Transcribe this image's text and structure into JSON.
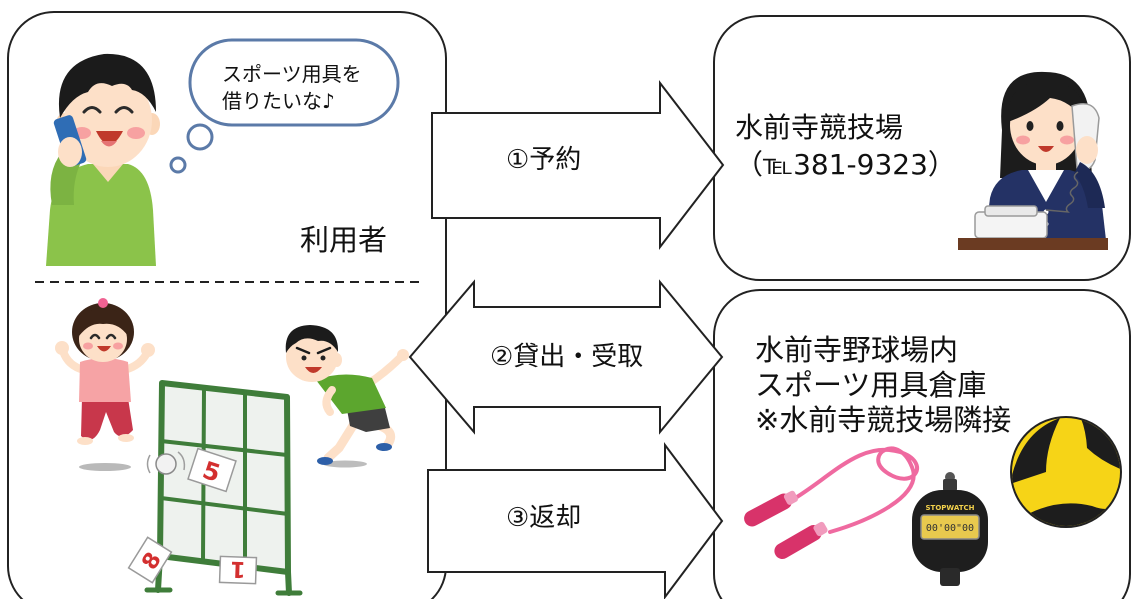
{
  "user_panel": {
    "thought": [
      "スポーツ用具を",
      "借りたいな♪"
    ],
    "label": "利用者"
  },
  "flow": {
    "step1": "①予約",
    "step2": "②貸出・受取",
    "step3": "③返却"
  },
  "stadium_panel": {
    "name": "水前寺競技場",
    "phone": "（℡381-9323）"
  },
  "storage_panel": {
    "lines": [
      "水前寺野球場内",
      "スポーツ用具倉庫",
      "※水前寺競技場隣接"
    ]
  },
  "illustrations": {
    "stopwatch_label": "STOPWATCH",
    "stopwatch_display": "00'00\"00",
    "cards": [
      "5",
      "8",
      "1"
    ]
  },
  "colors": {
    "outline": "#222222",
    "thought_bubble": "#5b7aa8",
    "net_frame": "#3f7d3a"
  }
}
